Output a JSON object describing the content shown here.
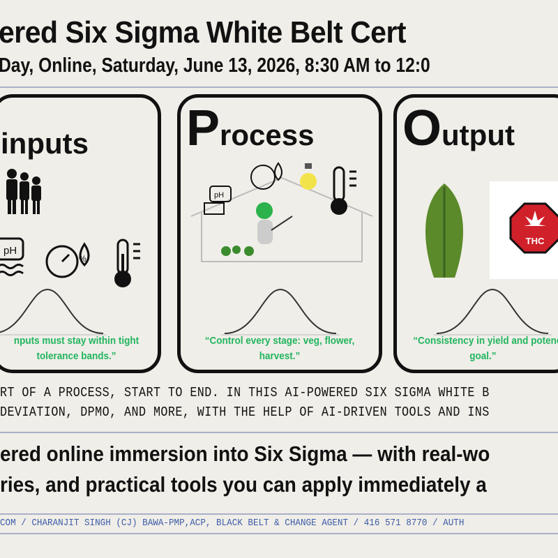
{
  "header": {
    "title": "ered Six Sigma White Belt Cert",
    "subtitle": "Day, Online, Saturday, June 13, 2026, 8:30 AM to 12:0"
  },
  "cards": [
    {
      "initial": "",
      "title": "inputs",
      "caption_line1": "nputs must stay within tight",
      "caption_line2": "tolerance bands.”",
      "icons": [
        "workers-icon",
        "ph-meter-icon",
        "gauge-humidity-icon",
        "thermometer-icon"
      ]
    },
    {
      "initial": "P",
      "title": "rocess",
      "caption_line1": "“Control every stage: veg, flower,",
      "caption_line2": "harvest.”",
      "icons": [
        "ph-meter-icon",
        "gauge-humidity-icon",
        "light-bulb-icon",
        "thermometer-icon",
        "greenhouse-gardener-icon"
      ]
    },
    {
      "initial": "O",
      "title": "utput",
      "caption_line1": "“Consistency in yield and potenc",
      "caption_line2": "goal.”",
      "icons": [
        "cannabis-plant-icon",
        "thc-warning-sign-icon"
      ],
      "badge": "THC"
    }
  ],
  "description": {
    "line1": "RT OF A PROCESS, START TO END. IN THIS AI-POWERED SIX SIGMA WHITE B",
    "line2": "DEVIATION, DPMO, AND MORE, WITH THE HELP OF AI-DRIVEN TOOLS AND INS"
  },
  "pitch": {
    "line1": "ered online immersion into Six Sigma — with real-wo",
    "line2": "ries, and practical tools you can apply immediately a"
  },
  "footer": "COM / CHARANJIT SINGH (CJ) BAWA-PMP,ACP, BLACK BELT & CHANGE AGENT / 416 571 8770 / AUTH",
  "colors": {
    "background": "#f0eee8",
    "caption": "#22b55f",
    "footer": "#3d5ca8",
    "rule": "#a9b0c8",
    "thc_red": "#d0202a"
  }
}
